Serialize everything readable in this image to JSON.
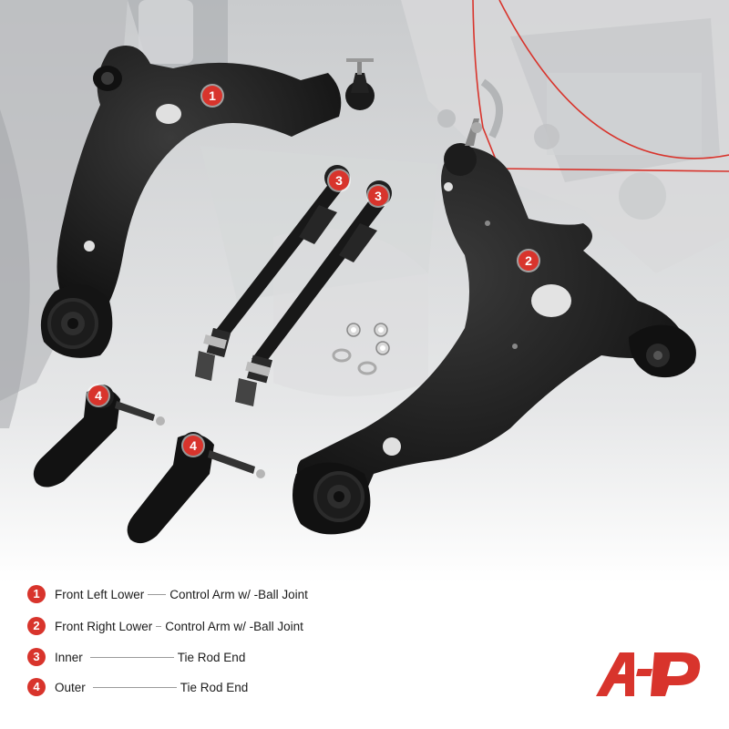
{
  "callouts": [
    "1",
    "2",
    "3",
    "3",
    "4",
    "4"
  ],
  "legend": [
    {
      "num": "1",
      "name": "Front Left Lower",
      "desc": "Control Arm w/ -Ball Joint"
    },
    {
      "num": "2",
      "name": "Front Right Lower",
      "desc": "Control Arm w/ -Ball Joint"
    },
    {
      "num": "3",
      "name": "Inner",
      "desc": "Tie Rod End"
    },
    {
      "num": "4",
      "name": "Outer",
      "desc": "Tie Rod End"
    }
  ],
  "colors": {
    "accent": "#d8342c",
    "part": "#151515",
    "background_gray": "#cfd1d3"
  },
  "logo": {
    "icon": "a-premium-logo-icon"
  }
}
